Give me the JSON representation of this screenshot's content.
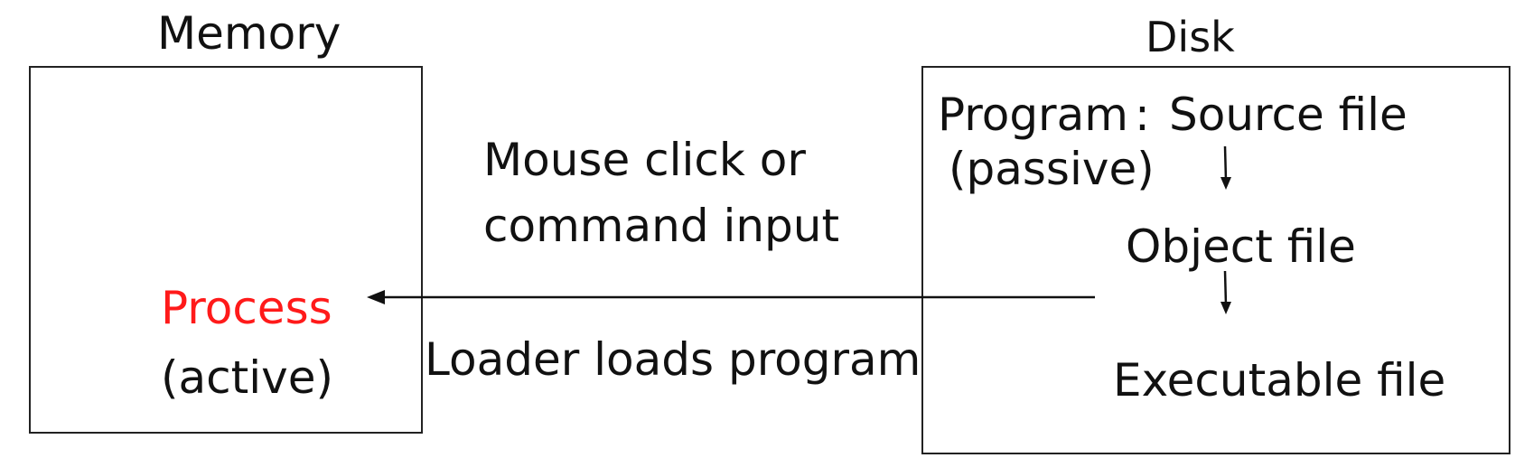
{
  "memory": {
    "title": "Memory",
    "process_label": "Process",
    "process_state": "(active)",
    "process_color": "#ff1a1a"
  },
  "disk": {
    "title": "Disk",
    "program_label": "Program",
    "separator": ":",
    "program_state": "(passive)",
    "files": [
      "Source file",
      "Object file",
      "Executable file"
    ]
  },
  "transition": {
    "trigger_line1": "Mouse click or",
    "trigger_line2": "command input",
    "loader_label": "Loader loads program"
  }
}
